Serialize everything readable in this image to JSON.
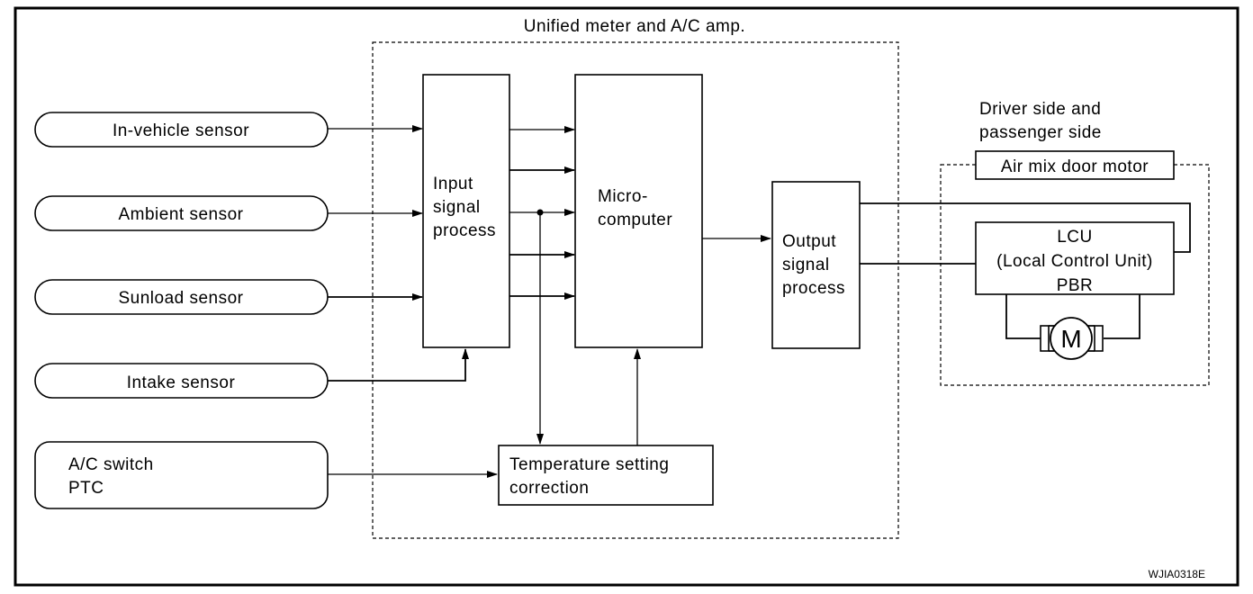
{
  "title": "Unified meter and A/C amp.",
  "sensors": {
    "in_vehicle": "In-vehicle sensor",
    "ambient": "Ambient sensor",
    "sunload": "Sunload sensor",
    "intake": "Intake sensor"
  },
  "ac_switch": {
    "line1": "A/C switch",
    "line2": "PTC"
  },
  "input_process": {
    "line1": "Input",
    "line2": "signal",
    "line3": "process"
  },
  "microcomputer": {
    "line1": "Micro-",
    "line2": "computer"
  },
  "output_process": {
    "line1": "Output",
    "line2": "signal",
    "line3": "process"
  },
  "temp_correction": {
    "line1": "Temperature setting",
    "line2": "correction"
  },
  "driver_side": {
    "line1": "Driver side and",
    "line2": "passenger side"
  },
  "air_mix": "Air mix door motor",
  "lcu": {
    "line1": "LCU",
    "line2": "(Local Control Unit)",
    "line3": "PBR"
  },
  "motor": "M",
  "figure_code": "WJIA0318E"
}
